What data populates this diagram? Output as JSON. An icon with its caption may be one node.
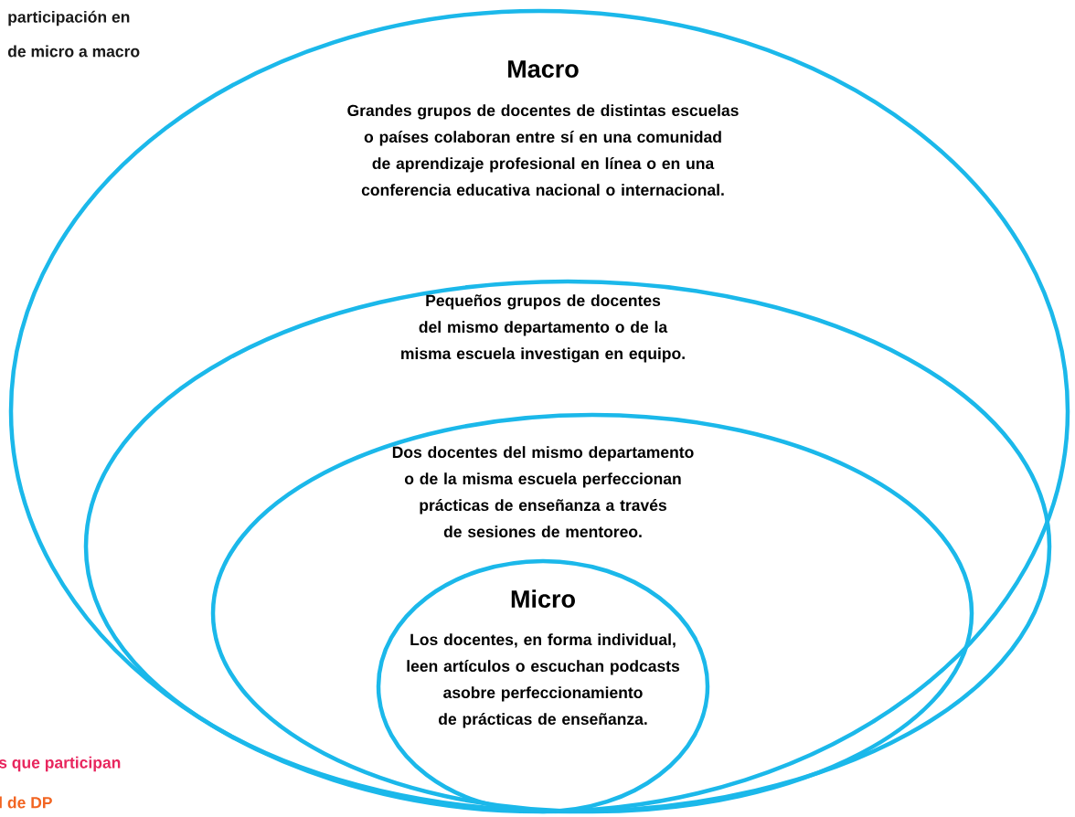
{
  "diagram": {
    "nodes": [
      {
        "text": [
          "Macro",
          "Grandes grupos de docentes de distintas escuelas o países colaboran entre sí en una comunidad de aprendizaje profesional en línea o en una conferencia educativa nacional o internacional."
        ]
      },
      {
        "text": [
          "Pequeños grupos de docentes del mismo departamento o de la misma escuela investigan en equipo."
        ],
        "in": 0
      },
      {
        "text": [
          "Dos docentes  del mismo departamento o de la misma escuela perfeccionan prácticas de enseñanza a través de sesiones de mentoreo."
        ],
        "in": 1
      },
      {
        "text": [
          "Micro",
          "Los docentes, en forma individual, leen artículos o escuchan podcasts asobre perfeccionamiento de prácticas de enseñanza."
        ],
        "in": 2
      }
    ],
    "labels": [
      "participación en",
      "de micro a macro",
      "s que participan",
      "l de DP"
    ]
  }
}
